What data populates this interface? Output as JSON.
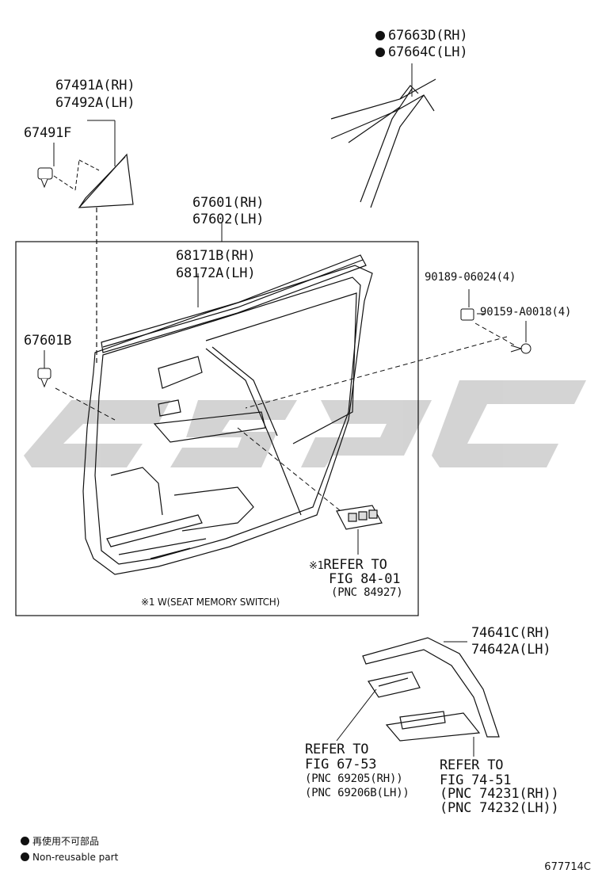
{
  "part_labels": {
    "p67663": [
      "67663D(RH)",
      "67664C(LH)"
    ],
    "p67491": [
      "67491A(RH)",
      "67492A(LH)"
    ],
    "p67491f": "67491F",
    "p67601": [
      "67601(RH)",
      "67602(LH)"
    ],
    "p68171": [
      "68171B(RH)",
      "68172A(LH)"
    ],
    "p67601b": "67601B",
    "p90189": "90189-06024(4)",
    "p90159": "90159-A0018(4)",
    "p74641": [
      "74641C(RH)",
      "74642A(LH)"
    ]
  },
  "refs": {
    "fig84": {
      "mark": "※1",
      "lines": [
        "REFER TO",
        "FIG 84-01",
        "(PNC 84927)"
      ]
    },
    "fig67": {
      "lines": [
        "REFER TO",
        "FIG 67-53",
        "(PNC 69205(RH))",
        "(PNC 69206B(LH))"
      ]
    },
    "fig74": {
      "lines": [
        "REFER TO",
        "FIG 74-51",
        "(PNC 74231(RH))",
        "(PNC 74232(LH))"
      ]
    }
  },
  "footnote": "※1 W(SEAT MEMORY SWITCH)",
  "legend": {
    "line1": "再使用不可部品",
    "line2": "Non-reusable part"
  },
  "figure_id": "677714C",
  "colors": {
    "ink": "#111111",
    "watermark": "#cfcfcf"
  }
}
